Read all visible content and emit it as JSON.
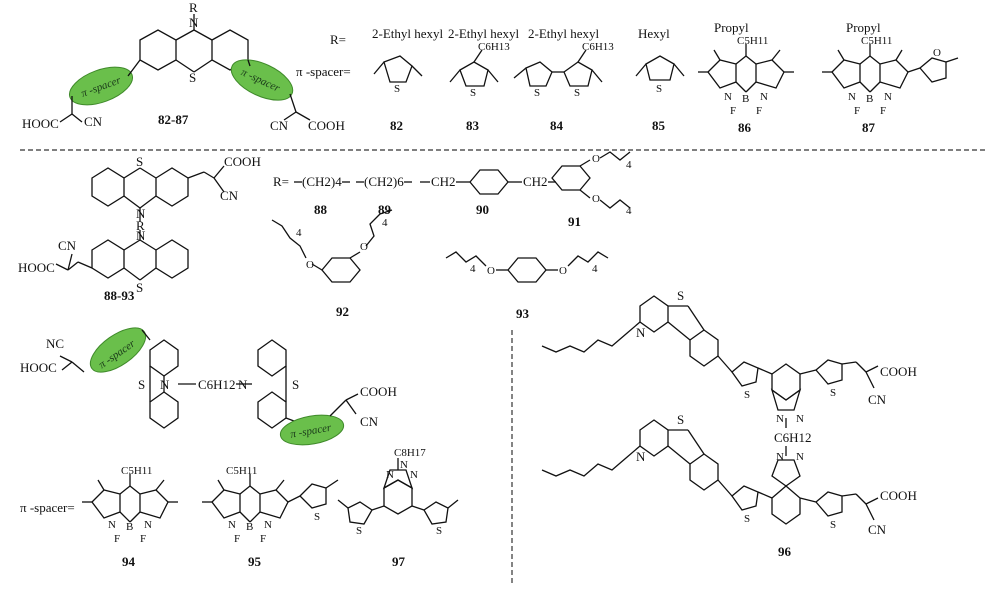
{
  "labels": {
    "r_equals_top": "R=",
    "r_equals_mid": "R=",
    "r_sub_top": "R",
    "r_sub_mid": "R",
    "pi_spacer_eq_top": "π -spacer=",
    "pi_spacer_eq_bottom": "π -spacer=",
    "spacer_oval_text": "π -spacer",
    "cmpd_82_87": "82-87",
    "cmpd_88_93": "88-93",
    "n82": "82",
    "n83": "83",
    "n84": "84",
    "n85": "85",
    "n86": "86",
    "n87": "87",
    "n88": "88",
    "n89": "89",
    "n90": "90",
    "n91": "91",
    "n92": "92",
    "n93": "93",
    "n94": "94",
    "n95": "95",
    "n96": "96",
    "n97": "97",
    "r82": "2-Ethyl hexyl",
    "r83": "2-Ethyl hexyl",
    "r84": "2-Ethyl hexyl",
    "r85": "Hexyl",
    "r86": "Propyl",
    "r87": "Propyl",
    "hooc": "HOOC",
    "cooh": "COOH",
    "cn": "CN",
    "nc": "NC",
    "c6h13": "C6H13",
    "c5h11": "C5H11",
    "c6h12": "C6H12",
    "c8h17": "C8H17",
    "ch2_4": "(CH2)4",
    "ch2_6": "(CH2)6",
    "ch2": "CH2",
    "s": "S",
    "n": "N",
    "o": "O",
    "b": "B",
    "f": "F",
    "four": "4"
  }
}
